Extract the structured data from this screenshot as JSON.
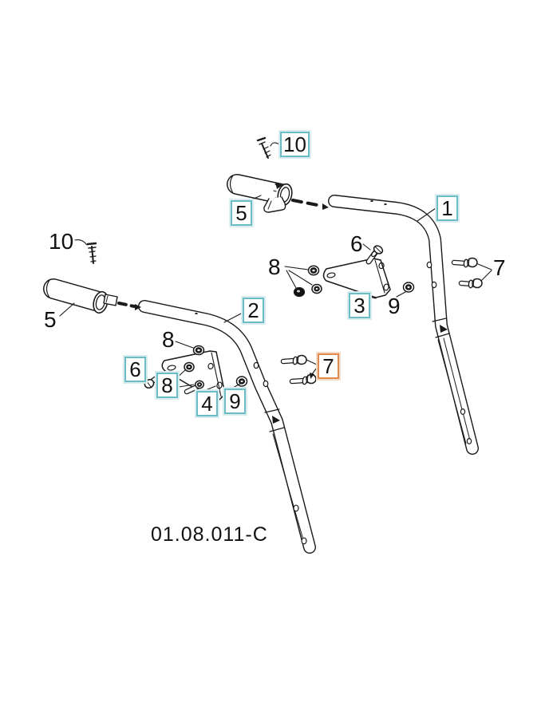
{
  "diagram": {
    "drawing_code": "01.08.011-C",
    "colors": {
      "line": "#1a1a1a",
      "highlight_teal": "#6bbcc6",
      "highlight_selected_orange": "#df8850"
    },
    "callouts": {
      "c1": {
        "label": "1",
        "box": "teal"
      },
      "c2": {
        "label": "2",
        "box": "teal"
      },
      "c3": {
        "label": "3",
        "box": "teal"
      },
      "c4": {
        "label": "4",
        "box": "teal"
      },
      "c5_top": {
        "label": "5",
        "box": "teal"
      },
      "c5_left": {
        "label": "5",
        "box": "none"
      },
      "c6_top": {
        "label": "6",
        "box": "none"
      },
      "c6_left": {
        "label": "6",
        "box": "teal"
      },
      "c7_right": {
        "label": "7",
        "box": "none"
      },
      "c7_selected": {
        "label": "7",
        "box": "orange"
      },
      "c8_top": {
        "label": "8",
        "box": "none"
      },
      "c8_mid": {
        "label": "8",
        "box": "none"
      },
      "c8_left": {
        "label": "8",
        "box": "teal"
      },
      "c9_top": {
        "label": "9",
        "box": "none"
      },
      "c9_left": {
        "label": "9",
        "box": "teal"
      },
      "c10_top": {
        "label": "10",
        "box": "teal"
      },
      "c10_left": {
        "label": "10",
        "box": "none"
      }
    }
  }
}
